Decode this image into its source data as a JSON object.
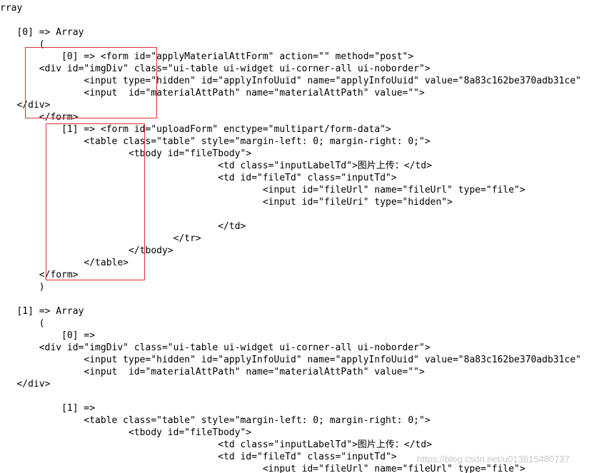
{
  "code_lines": [
    "rray",
    "",
    "   [0] => Array",
    "       (",
    "           [0] => <form id=\"applyMaterialAttForm\" action=\"\" method=\"post\">",
    "       <div id=\"imgDiv\" class=\"ui-table ui-widget ui-corner-all ui-noborder\">",
    "               <input type=\"hidden\" id=\"applyInfoUuid\" name=\"applyInfoUuid\" value=\"8a83c162be370adb31ce\"",
    "               <input  id=\"materialAttPath\" name=\"materialAttPath\" value=\"\">",
    "   </div>",
    "       </form>",
    "           [1] => <form id=\"uploadForm\" enctype=\"multipart/form-data\">",
    "               <table class=\"table\" style=\"margin-left: 0; margin-right: 0;\">",
    "                       <tbody id=\"fileTbody\">",
    "                                       <td class=\"inputLabelTd\">图片上传：</td>",
    "                                       <td id=\"fileTd\" class=\"inputTd\">",
    "                                               <input id=\"fileUrl\" name=\"fileUrl\" type=\"file\">",
    "                                               <input id=\"fileUri\" type=\"hidden\">",
    "",
    "                                       </td>",
    "                               </tr>",
    "                       </tbody>",
    "               </table>",
    "       </form>",
    "       )",
    "",
    "   [1] => Array",
    "       (",
    "           [0] =>",
    "       <div id=\"imgDiv\" class=\"ui-table ui-widget ui-corner-all ui-noborder\">",
    "               <input type=\"hidden\" id=\"applyInfoUuid\" name=\"applyInfoUuid\" value=\"8a83c162be370adb31ce\"",
    "               <input  id=\"materialAttPath\" name=\"materialAttPath\" value=\"\">",
    "   </div>",
    "",
    "           [1] =>",
    "               <table class=\"table\" style=\"margin-left: 0; margin-right: 0;\">",
    "                       <tbody id=\"fileTbody\">",
    "                                       <td class=\"inputLabelTd\">图片上传：</td>",
    "                                       <td id=\"fileTd\" class=\"inputTd\">",
    "                                               <input id=\"fileUrl\" name=\"fileUrl\" type=\"file\">"
  ],
  "watermark": "https://blog.csdn.net/u013615480737",
  "colors": {
    "highlight_border": "#e03030",
    "text": "#000000",
    "background": "#ffffff",
    "watermark": "#c8c8c8"
  }
}
